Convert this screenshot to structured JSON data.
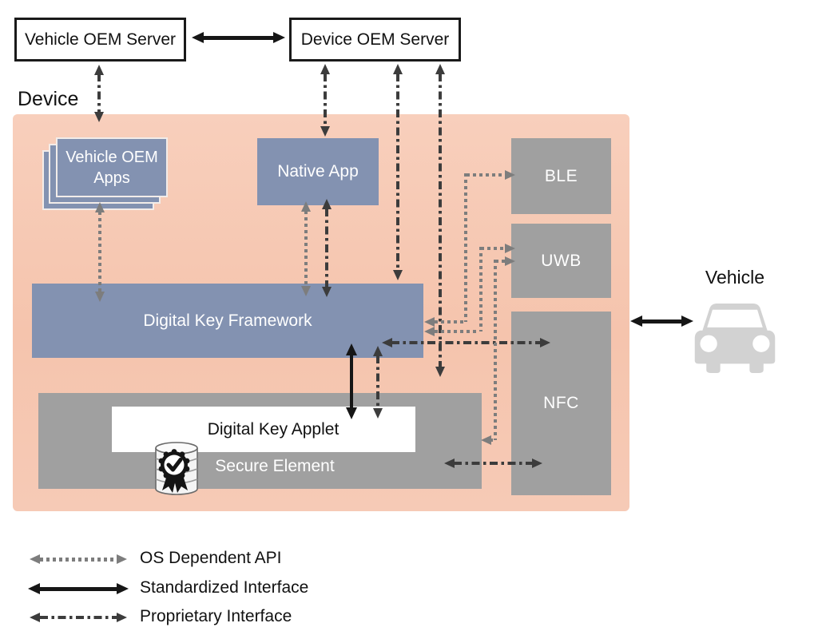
{
  "servers": {
    "vehicle_oem": "Vehicle OEM Server",
    "device_oem": "Device OEM Server"
  },
  "device": {
    "label": "Device",
    "vehicle_oem_apps": "Vehicle OEM Apps",
    "native_app": "Native App",
    "framework": "Digital Key Framework",
    "digital_key_applet": "Digital Key Applet",
    "secure_element": "Secure Element",
    "radios": [
      "BLE",
      "UWB",
      "NFC"
    ]
  },
  "vehicle": {
    "label": "Vehicle"
  },
  "legend": [
    {
      "style": "dotted-gray",
      "label": "OS Dependent API"
    },
    {
      "style": "solid-black",
      "label": "Standardized Interface"
    },
    {
      "style": "dash-dot-dark",
      "label": "Proprietary Interface"
    }
  ],
  "icons": {
    "secure_element": "certified-database-icon",
    "vehicle": "car-icon"
  },
  "colors": {
    "device_bg": "#f6c8b2",
    "module_blue": "#8392b1",
    "module_gray": "#a0a0a0",
    "arrow_gray": "#7d7d7d",
    "arrow_dark": "#3c3c3c",
    "arrow_black": "#161616"
  }
}
